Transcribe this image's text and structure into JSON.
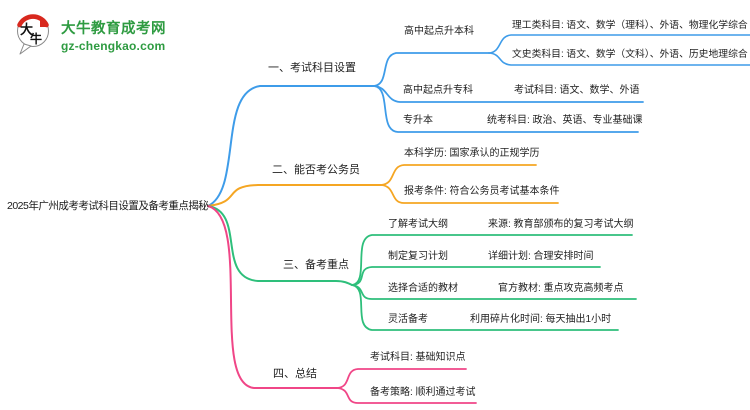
{
  "logo": {
    "icon_text": "大牛",
    "title": "大牛教育成考网",
    "subtitle": "gz-chengkao.com",
    "brand_green": "#2e9b41",
    "brand_red": "#d8281e"
  },
  "root": {
    "label": "2025年广州成考考试科目设置及备考重点揭秘"
  },
  "branches": [
    {
      "label": "一、考试科目设置",
      "color": "#3e9ce9",
      "children": [
        {
          "label": "高中起点升本科",
          "leaves": [
            "理工类科目: 语文、数学（理科）、外语、物理化学综合",
            "文史类科目: 语文、数学（文科）、外语、历史地理综合"
          ]
        },
        {
          "label": "高中起点升专科",
          "leaves": [
            "考试科目: 语文、数学、外语"
          ]
        },
        {
          "label": "专升本",
          "leaves": [
            "统考科目: 政治、英语、专业基础课"
          ]
        }
      ]
    },
    {
      "label": "二、能否考公务员",
      "color": "#f5a623",
      "leaves": [
        "本科学历: 国家承认的正规学历",
        "报考条件: 符合公务员考试基本条件"
      ]
    },
    {
      "label": "三、备考重点",
      "color": "#2ebf7b",
      "children": [
        {
          "label": "了解考试大纲",
          "leaf": "来源: 教育部颁布的复习考试大纲"
        },
        {
          "label": "制定复习计划",
          "leaf": "详细计划: 合理安排时间"
        },
        {
          "label": "选择合适的教材",
          "leaf": "官方教材: 重点攻克高频考点"
        },
        {
          "label": "灵活备考",
          "leaf": "利用碎片化时间: 每天抽出1小时"
        }
      ]
    },
    {
      "label": "四、总结",
      "color": "#f04687",
      "leaves": [
        "考试科目: 基础知识点",
        "备考策略: 顺利通过考试"
      ]
    }
  ]
}
